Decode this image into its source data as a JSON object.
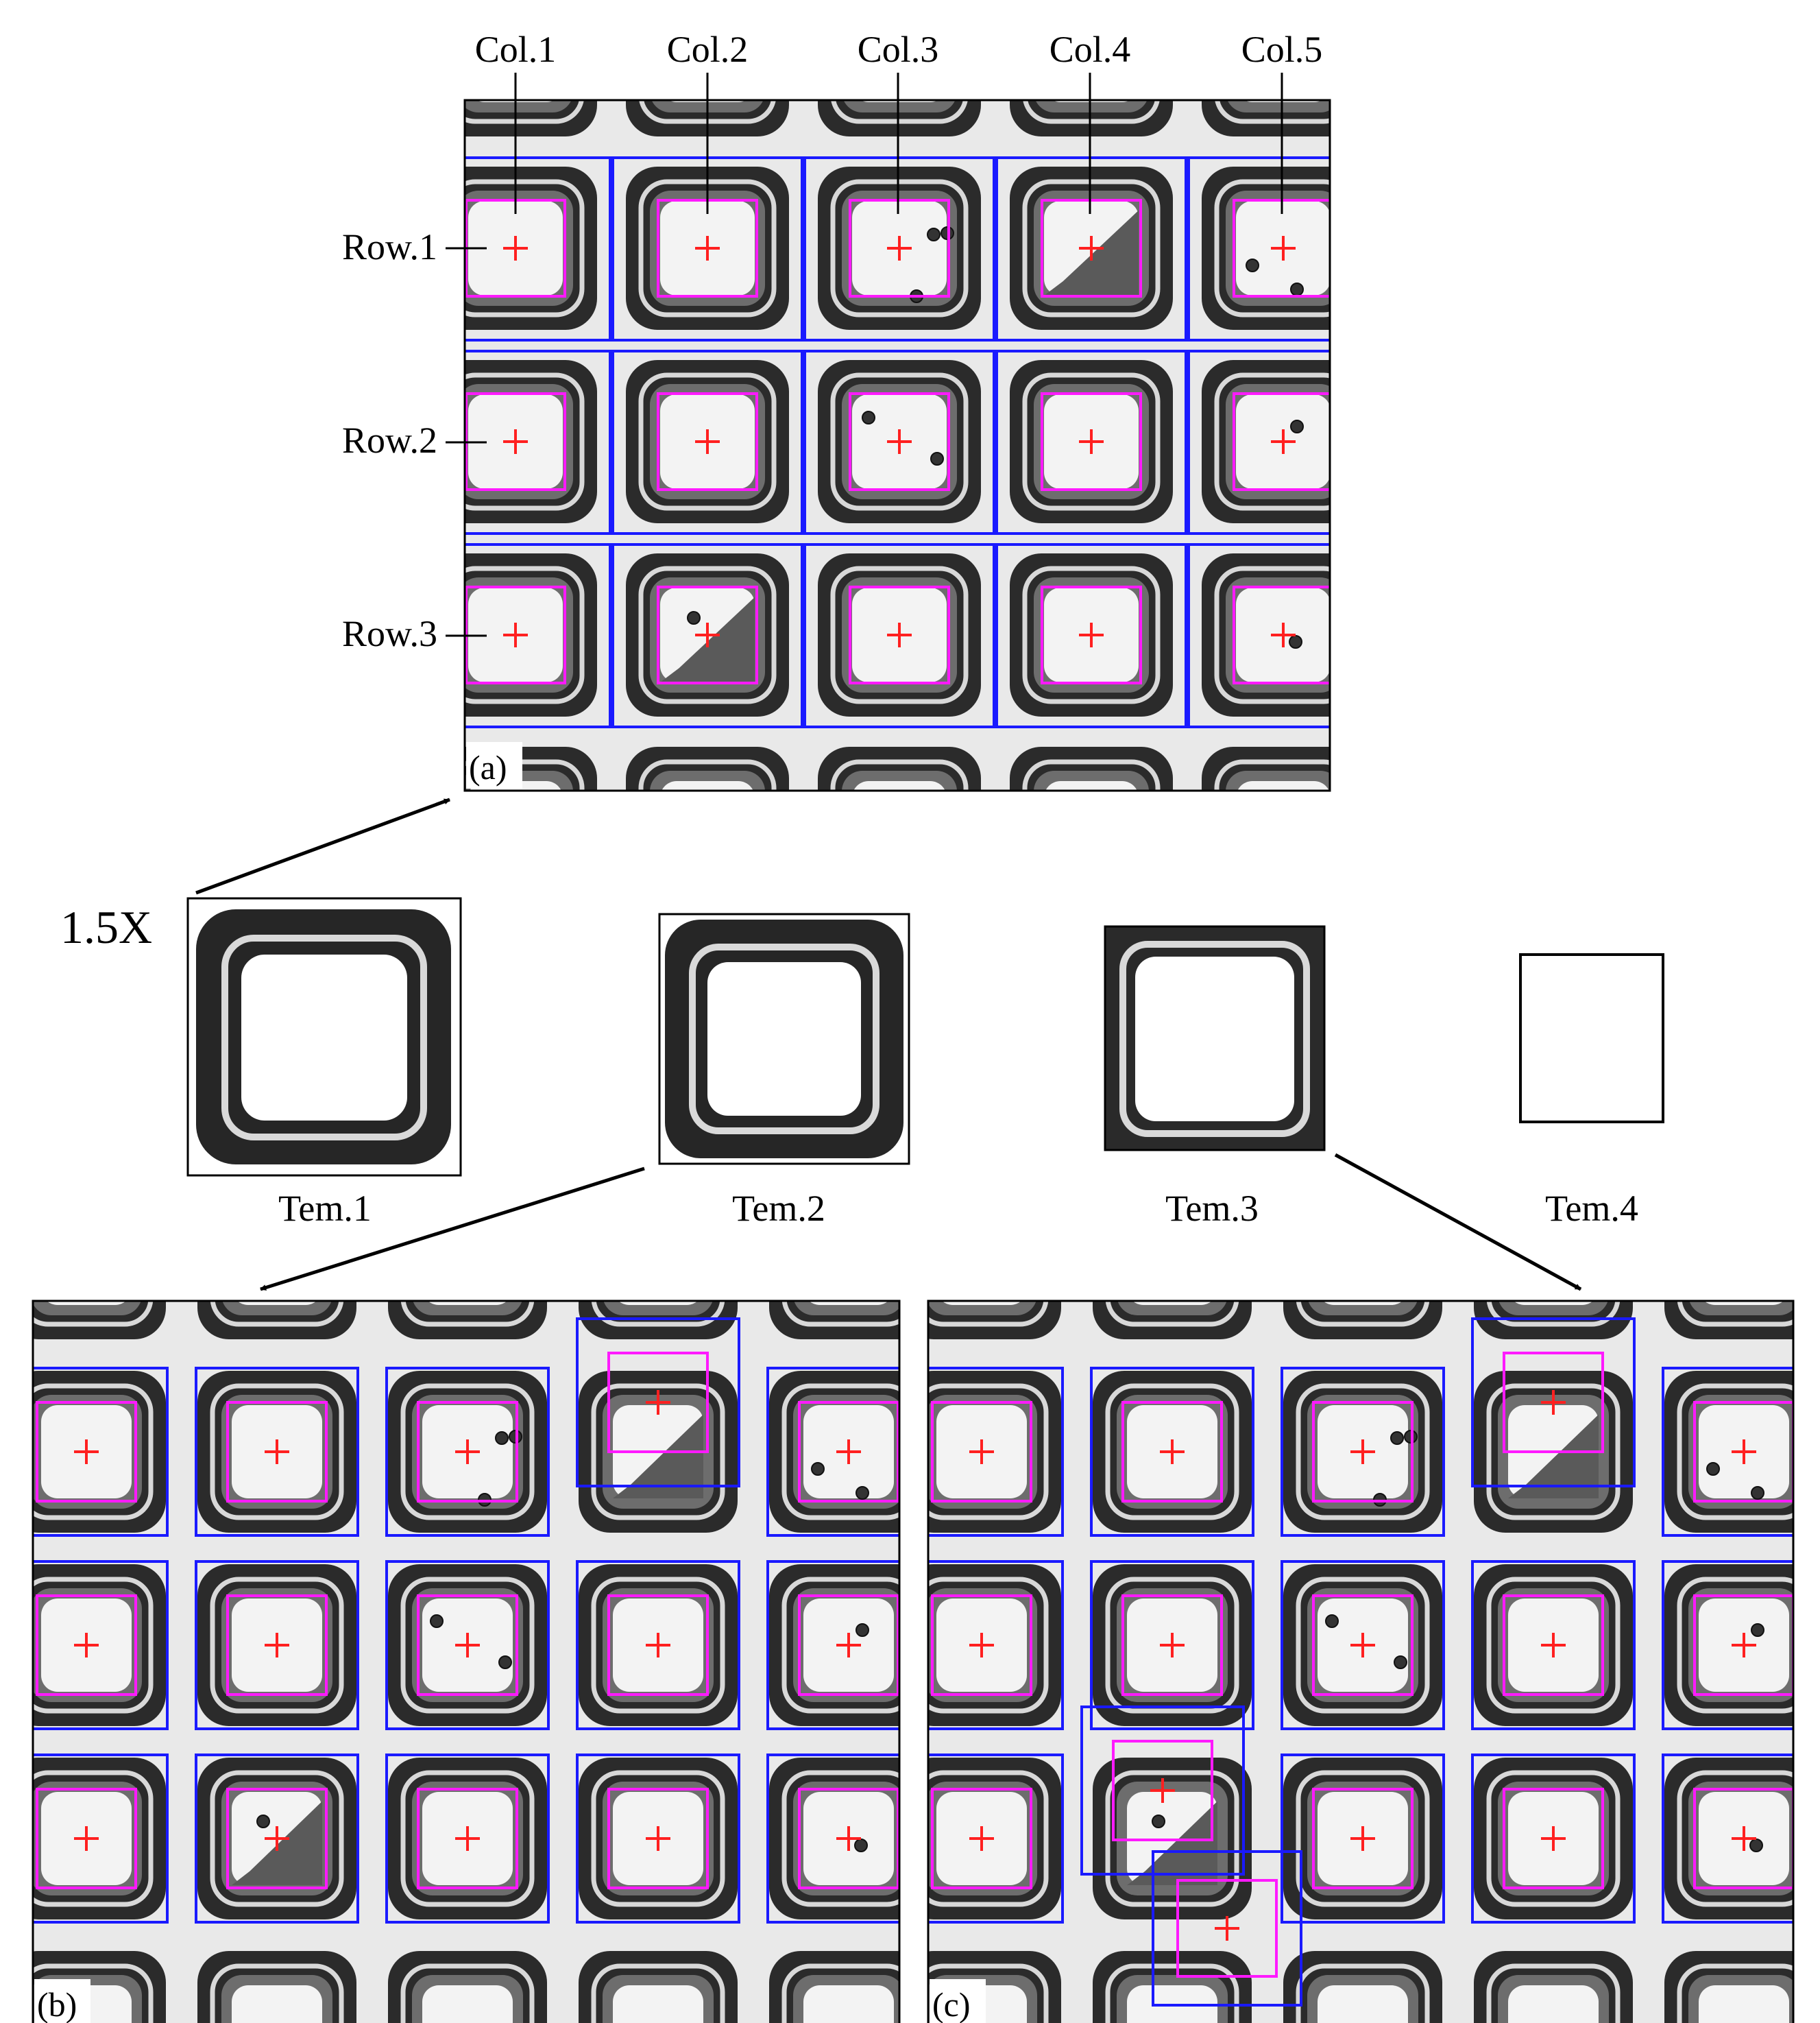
{
  "column_labels": [
    "Col.1",
    "Col.2",
    "Col.3",
    "Col.4",
    "Col.5"
  ],
  "row_labels": [
    "Row.1",
    "Row.2",
    "Row.3"
  ],
  "magnification": "1.5X",
  "templates": [
    "Tem.1",
    "Tem.2",
    "Tem.3",
    "Tem.4"
  ],
  "panels": {
    "a": "(a)",
    "b": "(b)",
    "c": "(c)"
  },
  "colors": {
    "search_box": "#1a1aff",
    "match_box": "#ff1aff",
    "center_mark": "#ff2020",
    "arrow": "#000000",
    "photo_background": "#e9e9e9",
    "cell_rim": "#2b2b2b",
    "cell_ring": "#d8d8d8",
    "cell_floor": "#6d6d6d",
    "well_interior": "#f3f3f3"
  }
}
